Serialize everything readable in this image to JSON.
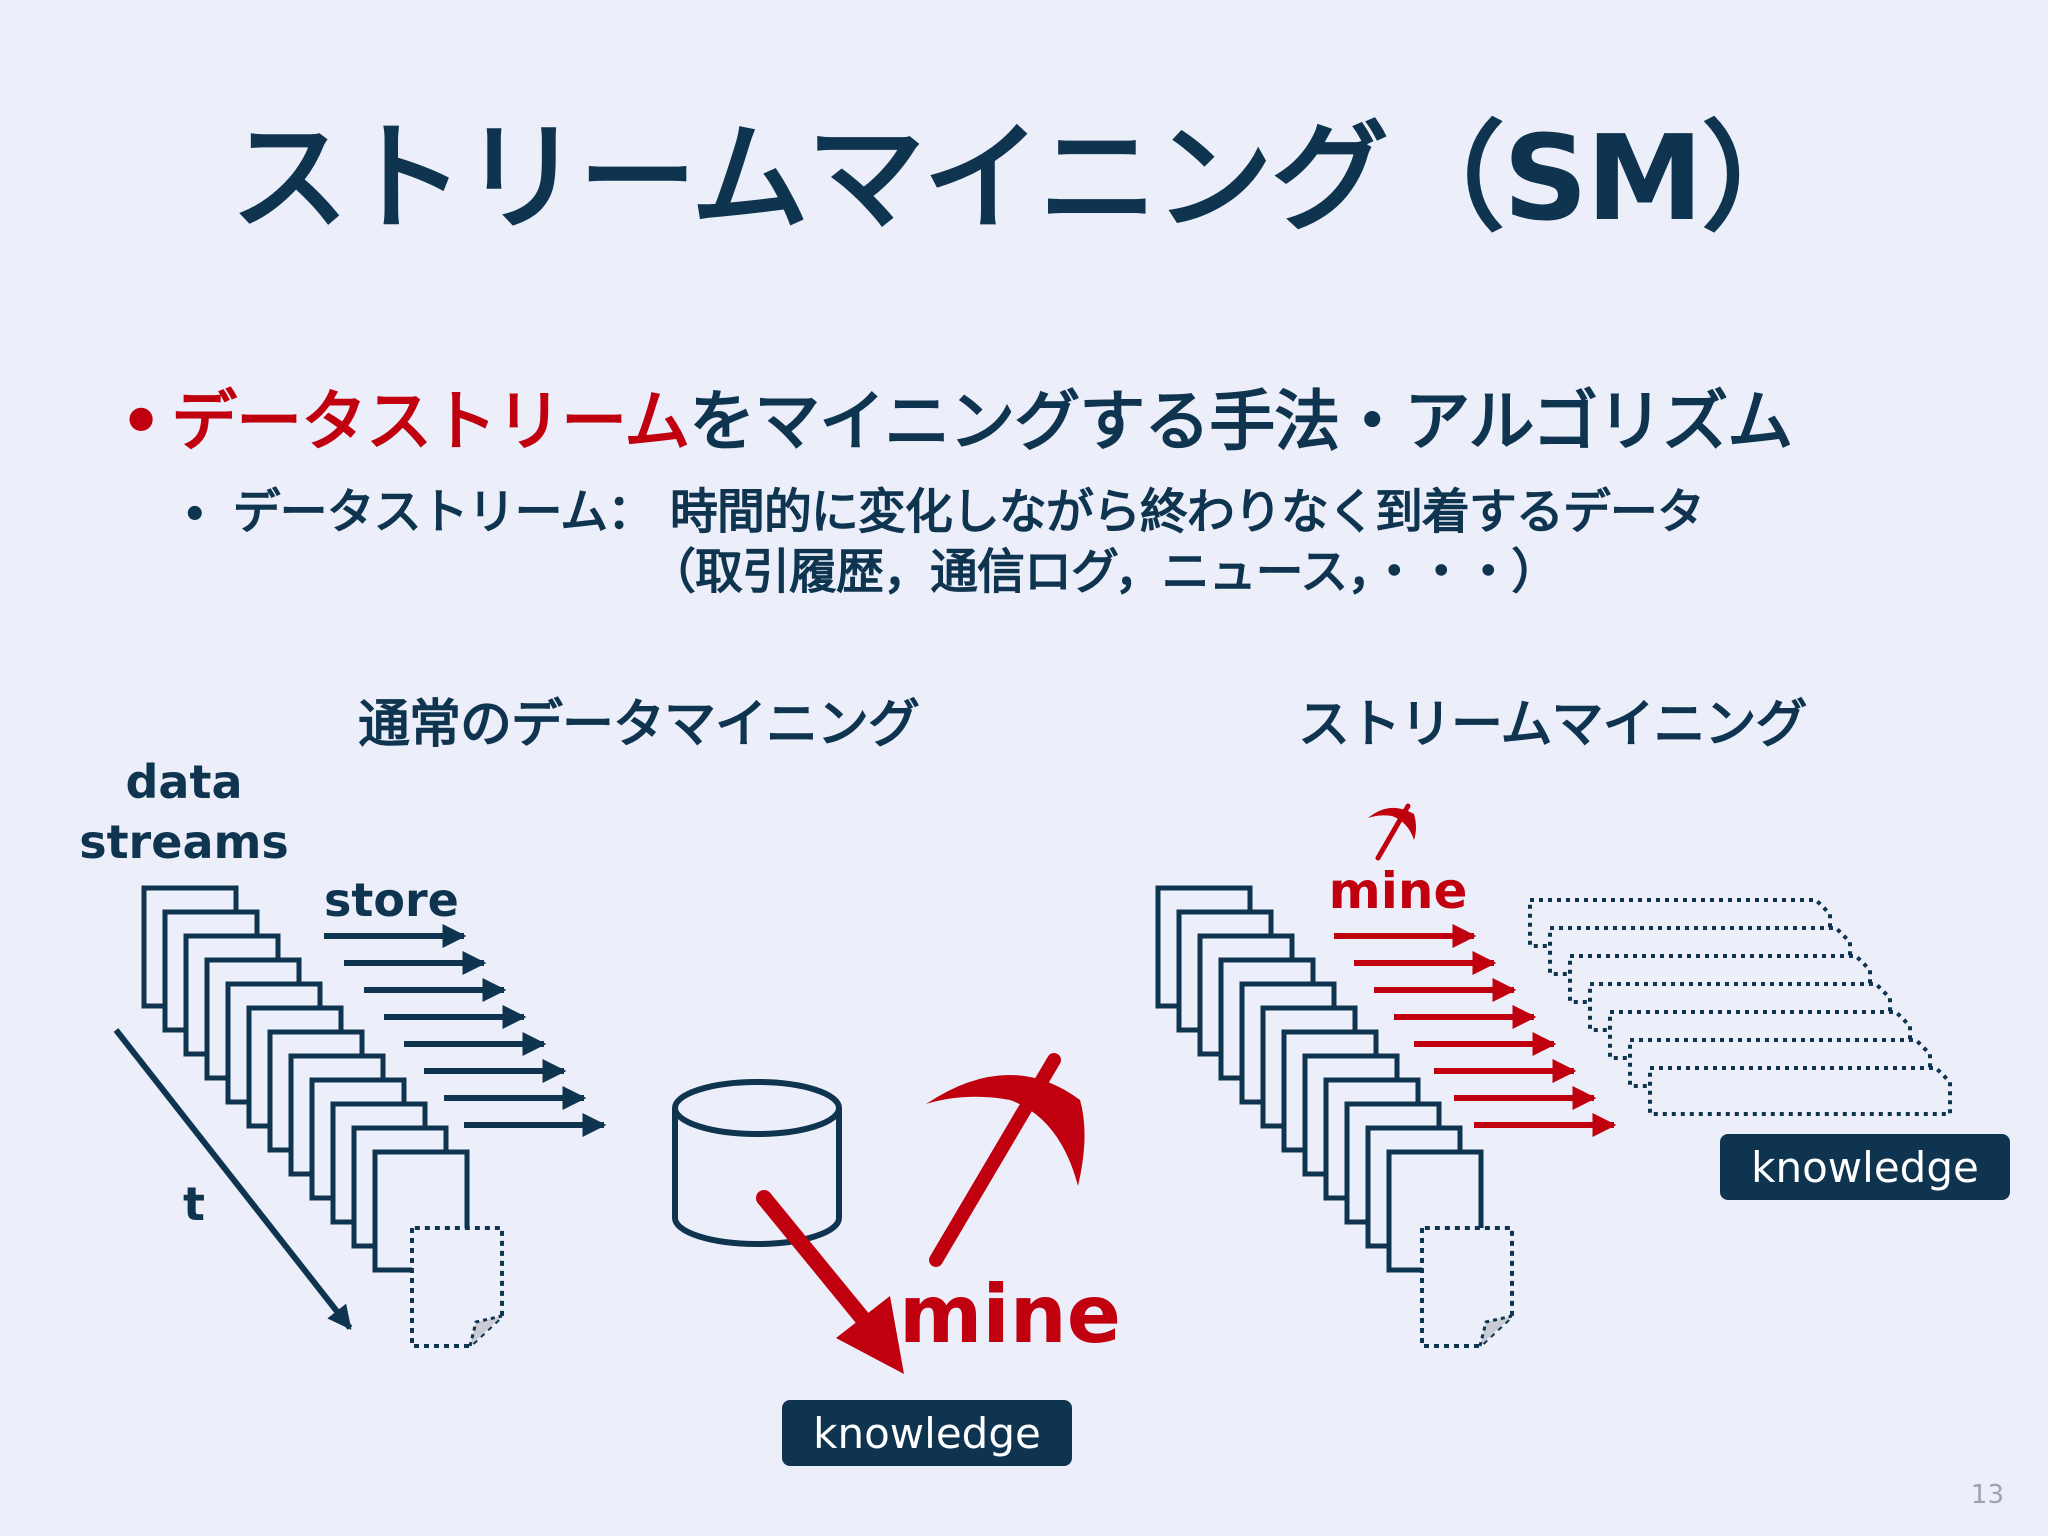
{
  "title": "ストリームマイニング（SM）",
  "bullet1": {
    "marker": "•",
    "highlight": "データストリーム",
    "rest": "をマイニングする手法・アルゴリズム"
  },
  "bullet2": {
    "marker": "•",
    "line1": "データストリーム： 時間的に変化しながら終わりなく到着するデータ",
    "line2": "（取引履歴，通信ログ，ニュース，・・・）"
  },
  "left_diagram": {
    "heading": "通常のデータマイニング",
    "data_label_1": "data",
    "data_label_2": "streams",
    "store_label": "store",
    "time_label": "t",
    "mine_label": "mine",
    "knowledge_label": "knowledge"
  },
  "right_diagram": {
    "heading": "ストリームマイニング",
    "mine_label": "mine",
    "knowledge_label": "knowledge"
  },
  "page_number": "13",
  "colors": {
    "navy": "#0f3450",
    "red": "#c0000f",
    "background": "#eceff9"
  }
}
